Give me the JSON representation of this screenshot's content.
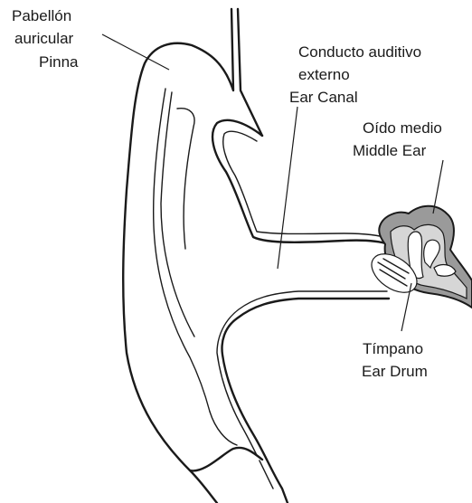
{
  "labels": {
    "pinna": {
      "line1": "Pabellón",
      "line2": "auricular",
      "line3": "Pinna"
    },
    "ear_canal": {
      "line1": "Conducto auditivo",
      "line2": "externo",
      "line3": "Ear Canal"
    },
    "middle_ear": {
      "line1": "Oído medio",
      "line2": "Middle Ear"
    },
    "ear_drum": {
      "line1": "Tímpano",
      "line2": "Ear Drum"
    }
  }
}
